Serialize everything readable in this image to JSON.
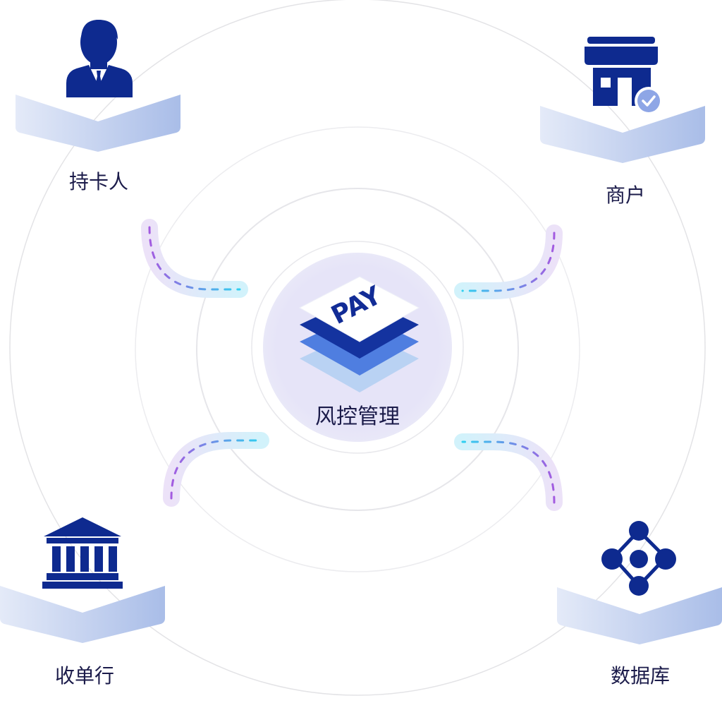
{
  "center": {
    "icon_text": "PAY",
    "label": "风控管理",
    "icon": "pay-stack-icon"
  },
  "nodes": {
    "cardholder": {
      "label": "持卡人",
      "icon": "person-icon"
    },
    "merchant": {
      "label": "商户",
      "icon": "store-icon"
    },
    "acquirer": {
      "label": "收单行",
      "icon": "bank-icon"
    },
    "database": {
      "label": "数据库",
      "icon": "network-nodes-icon"
    }
  },
  "colors": {
    "primary_dark": "#0e2a8f",
    "accent_blue": "#3f6fe0",
    "light_blue": "#a8c4f0",
    "center_glow": "#e5e4f8",
    "connector_purple": "#ece6f8",
    "connector_cyan": "#d6f3fb"
  }
}
